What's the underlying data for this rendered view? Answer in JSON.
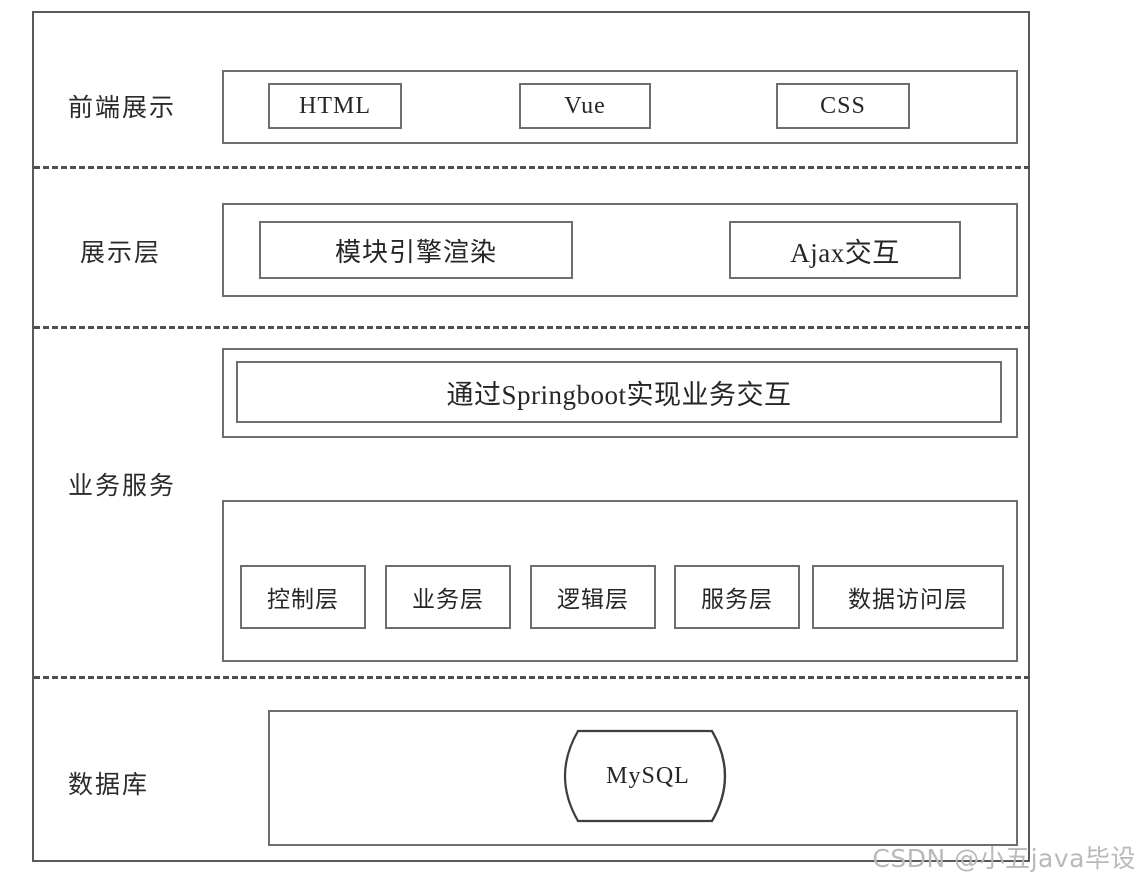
{
  "diagram": {
    "title": "System Architecture Layered Diagram",
    "outer_border_color": "#5a5a5a",
    "box_border_color": "#6e6e6e",
    "text_color": "#262626",
    "divider_style": "dashed",
    "rows": [
      {
        "id": "frontend",
        "label": "前端展示",
        "nodes": [
          {
            "id": "html",
            "label": "HTML"
          },
          {
            "id": "vue",
            "label": "Vue"
          },
          {
            "id": "css",
            "label": "CSS"
          }
        ]
      },
      {
        "id": "display",
        "label": "展示层",
        "nodes": [
          {
            "id": "engine",
            "label": "模块引擎渲染"
          },
          {
            "id": "ajax",
            "label": "Ajax交互"
          }
        ]
      },
      {
        "id": "business",
        "label": "业务服务",
        "nodes": [
          {
            "id": "springboot",
            "label": "通过Springboot实现业务交互"
          },
          {
            "id": "controller",
            "label": "控制层"
          },
          {
            "id": "business-layer",
            "label": "业务层"
          },
          {
            "id": "logic",
            "label": "逻辑层"
          },
          {
            "id": "service",
            "label": "服务层"
          },
          {
            "id": "dao",
            "label": "数据访问层"
          }
        ]
      },
      {
        "id": "database",
        "label": "数据库",
        "nodes": [
          {
            "id": "mysql",
            "label": "MySQL",
            "shape": "cylinder"
          }
        ]
      }
    ]
  },
  "watermark": {
    "text": "CSDN @小五java毕设",
    "color": "#b9b9b9"
  }
}
